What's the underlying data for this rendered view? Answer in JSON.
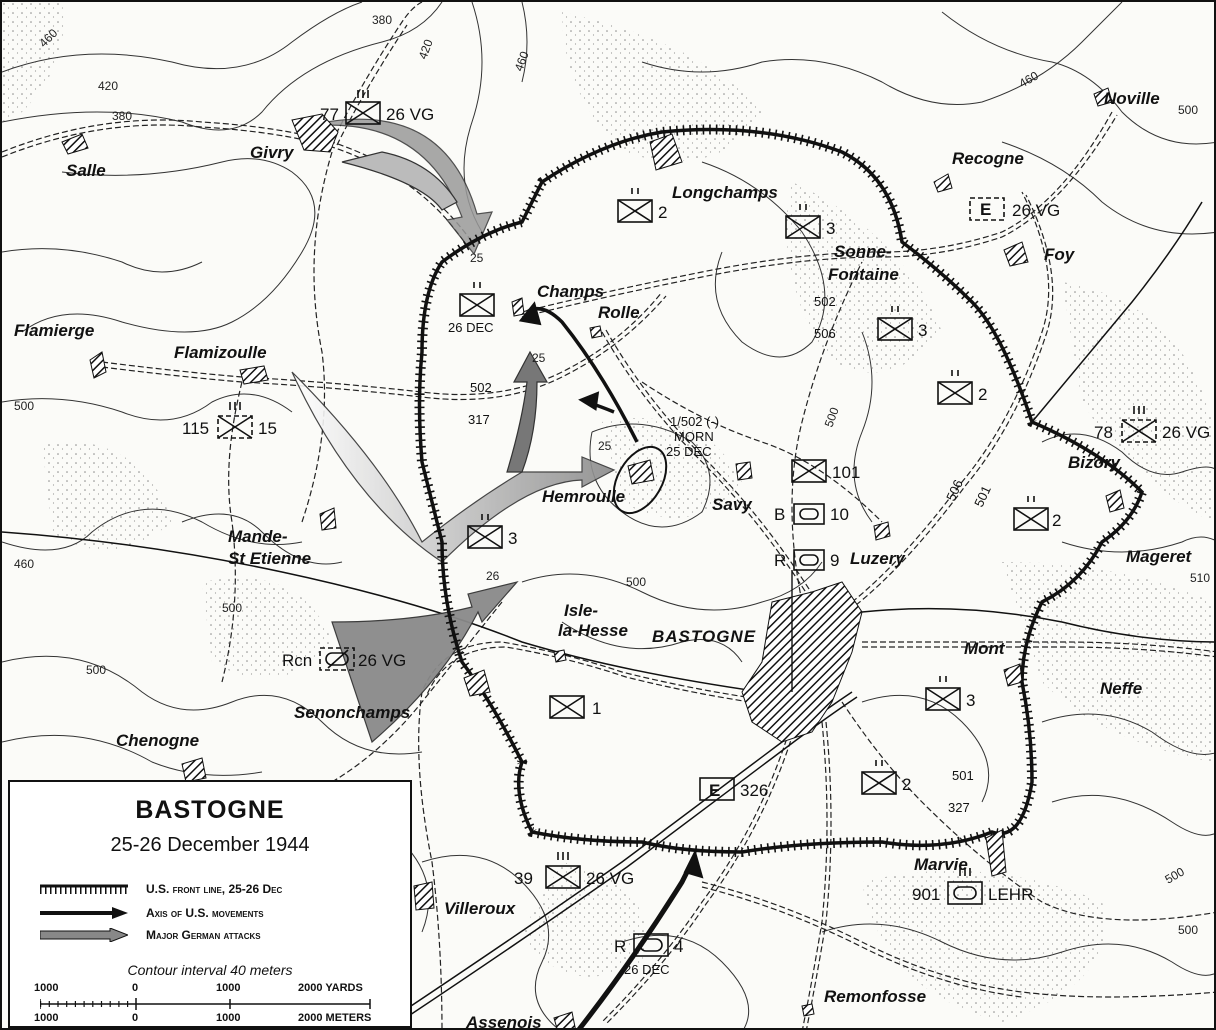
{
  "map": {
    "places": {
      "noville": "Noville",
      "salle": "Salle",
      "givry": "Givry",
      "recogne": "Recogne",
      "longchamps": "Longchamps",
      "foy": "Foy",
      "sonne_fontaine": "Sonne-",
      "sonne_fontaine2": "Fontaine",
      "champs": "Champs",
      "rolle": "Rolle",
      "flamierge": "Flamierge",
      "flamizoulle": "Flamizoulle",
      "hemroulle": "Hemroulle",
      "savy": "Savy",
      "bizory": "Bizory",
      "mande": "Mande-",
      "st_etienne": "St Etienne",
      "luzery": "Luzery",
      "mageret": "Mageret",
      "isle": "Isle-",
      "la_hesse": "la-Hesse",
      "bastogne": "BASTOGNE",
      "mont": "Mont",
      "neffe": "Neffe",
      "senonchamps": "Senonchamps",
      "chenogne": "Chenogne",
      "marvie": "Marvie",
      "villeroux": "Villeroux",
      "remonfosse": "Remonfosse",
      "assenois": "Assenois"
    },
    "units": {
      "u77_num": "77",
      "u77_name": "26 VG",
      "u_e_vg": "26 VG",
      "u2_longchamps": "2",
      "u3_north": "3",
      "u_champs_date": "26 DEC",
      "u502_506_a": "502",
      "u502_506_b": "506",
      "u3_mid": "3",
      "u2_east": "2",
      "u502_317_a": "502",
      "u502_317_b": "317",
      "u115_num": "115",
      "u115_name": "15",
      "u1502": "1/502 (-)",
      "u1502_b": "MORN",
      "u1502_c": "25 DEC",
      "u101": "101",
      "ub_letter": "B",
      "ub_num": "10",
      "ur_letter": "R",
      "ur_num": "9",
      "u78_num": "78",
      "u78_name": "26 VG",
      "u2_bizory": "2",
      "u3_hemroulle": "3",
      "urcn_letter": "Rcn",
      "urcn_name": "26 VG",
      "u1_south": "1",
      "u3_mont": "3",
      "u326": "326",
      "u2_south": "2",
      "u501_327_a": "501",
      "u501_327_b": "327",
      "u506_501_a": "506",
      "u506_501_b": "501",
      "u39_num": "39",
      "u39_name": "26 VG",
      "u901_num": "901",
      "u901_name": "LEHR",
      "ur4_letter": "R",
      "ur4_num": "4",
      "ur4_date": "26 DEC",
      "e_letter": "E"
    },
    "contours": {
      "c460a": "460",
      "c420": "420",
      "c380a": "380",
      "c380b": "380",
      "c420b": "420",
      "c460b": "460",
      "c460c": "460",
      "c500a": "500",
      "c500b": "500",
      "c500c": "500",
      "c500d": "500",
      "c500e": "500",
      "c510": "510",
      "c460d": "460",
      "c500f": "500",
      "c25a": "25",
      "c25b": "25",
      "c25c": "25",
      "c26": "26",
      "c500g": "500",
      "c500h": "500"
    }
  },
  "legend": {
    "title": "BASTOGNE",
    "subtitle": "25-26 December 1944",
    "front_line": "U.S. front line, 25-26 Dec",
    "us_movements": "Axis of U.S. movements",
    "german_attacks": "Major German attacks",
    "contour_interval": "Contour interval 40 meters",
    "scale_yards": [
      "1000",
      "0",
      "1000",
      "2000 YARDS"
    ],
    "scale_meters": [
      "1000",
      "0",
      "1000",
      "2000 METERS"
    ]
  }
}
